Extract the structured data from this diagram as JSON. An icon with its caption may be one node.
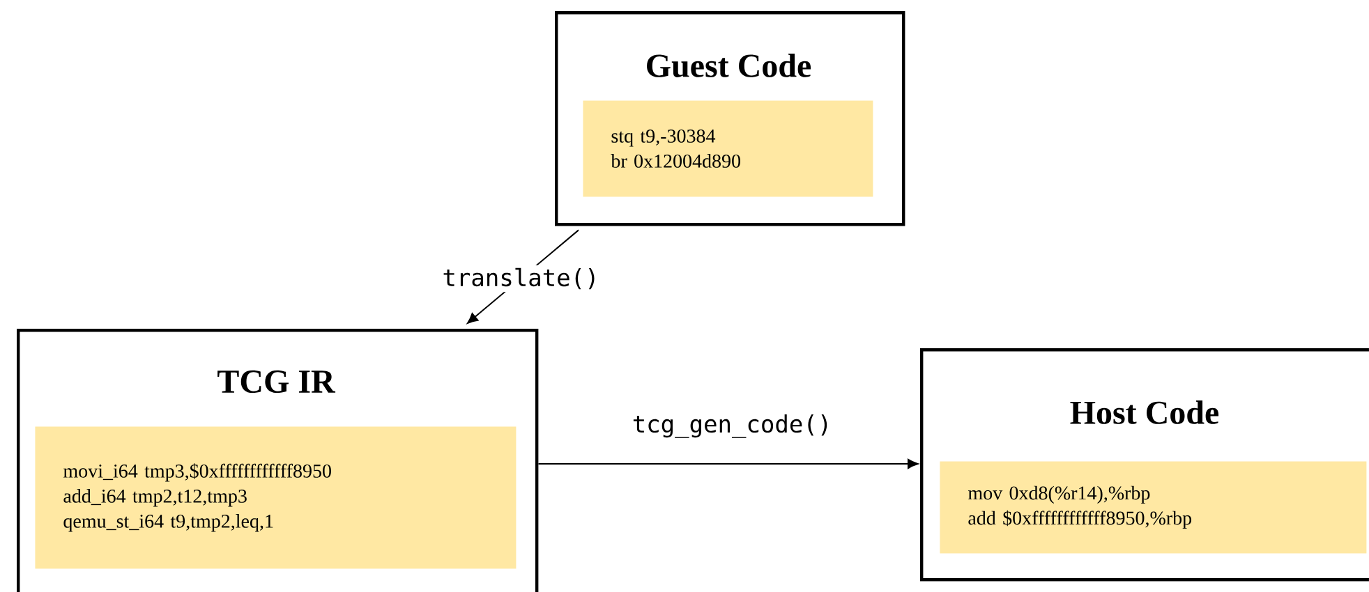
{
  "diagram": {
    "nodes": [
      {
        "text": [
          "Guest Code"
        ]
      },
      {
        "text": [
          "stq t9,-30384",
          "br 0x12004d890"
        ],
        "in": 0
      },
      {
        "text": [
          "TCG IR"
        ]
      },
      {
        "text": [
          "movi_i64 tmp3,$0xffffffffffff8950",
          "add_i64 tmp2,t12,tmp3",
          "qemu_st_i64 t9,tmp2,leq,1"
        ],
        "in": 2
      },
      {
        "text": [
          "Host Code"
        ]
      },
      {
        "text": [
          "mov 0xd8(%r14),%rbp",
          "add $0xffffffffffff8950,%rbp"
        ],
        "in": 4
      }
    ],
    "edges": [
      {
        "from": 0,
        "to": 2,
        "arrow": "to",
        "label": "translate()"
      },
      {
        "from": 2,
        "to": 4,
        "arrow": "to",
        "label": "tcg_gen_code()"
      }
    ]
  }
}
